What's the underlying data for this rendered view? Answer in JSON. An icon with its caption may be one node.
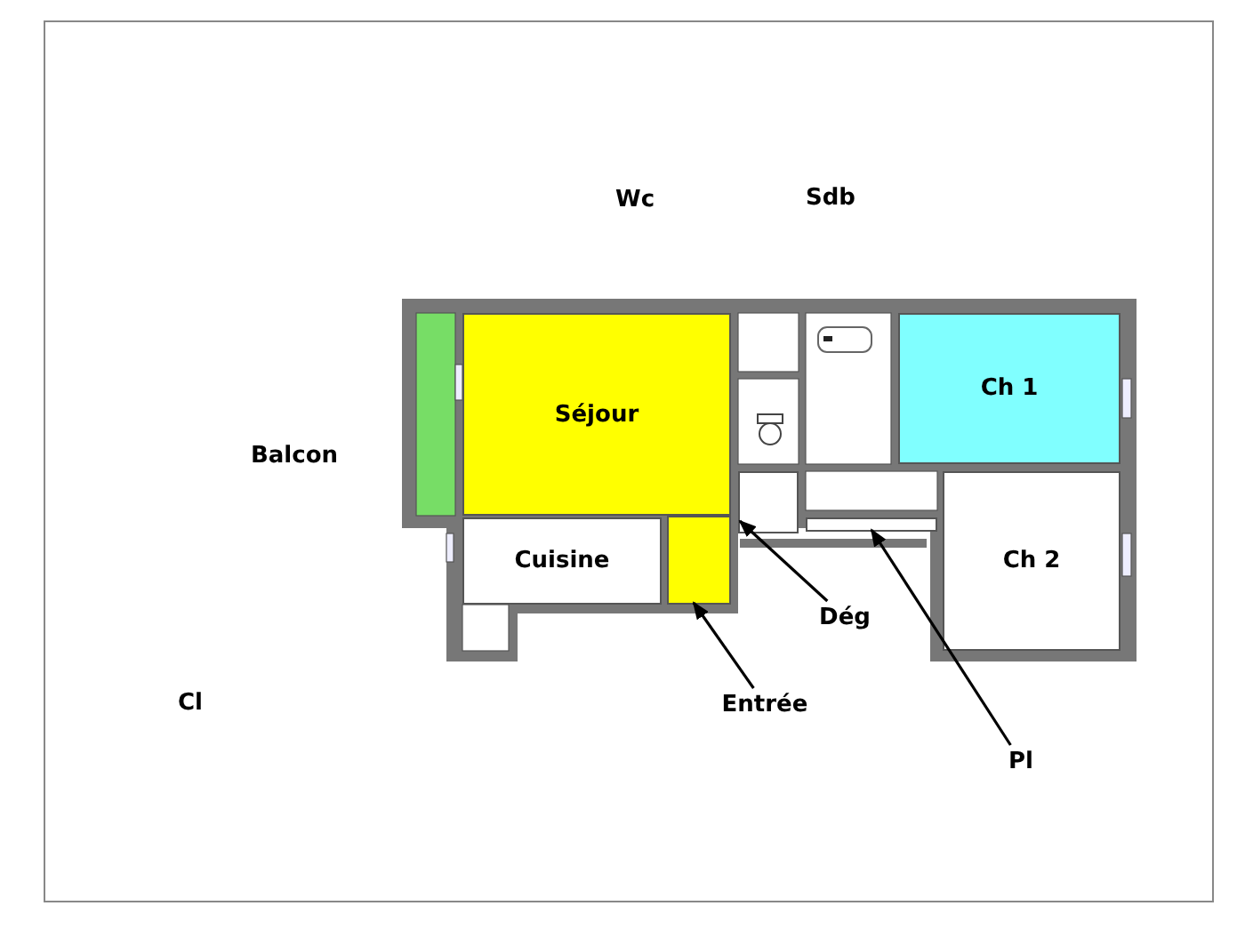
{
  "diagram": {
    "nodes": [
      {
        "text": [
          "Séjour"
        ]
      },
      {
        "text": [
          "Cuisine"
        ]
      },
      {
        "text": [
          "Ch 1"
        ]
      },
      {
        "text": [
          "Ch 2"
        ]
      },
      {
        "text": [
          "Dég"
        ]
      },
      {
        "text": [],
        "shape": "box"
      },
      {
        "text": [
          "Entrée"
        ]
      },
      {
        "text": [],
        "shape": "box"
      },
      {
        "text": [
          "Pl"
        ]
      },
      {
        "text": [],
        "shape": "box"
      }
    ],
    "edges": [
      {
        "from": 4,
        "to": 5,
        "arrow": "to"
      },
      {
        "from": 6,
        "to": 7,
        "arrow": "to"
      },
      {
        "from": 8,
        "to": 9,
        "arrow": "to"
      }
    ],
    "labels": [
      "Wc",
      "Sdb",
      "Balcon",
      "Cl"
    ]
  }
}
